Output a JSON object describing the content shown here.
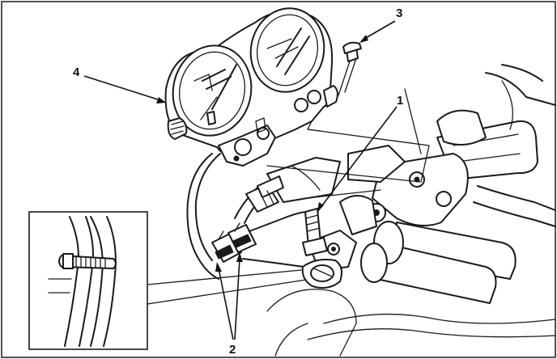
{
  "diagram": {
    "callouts": [
      {
        "id": "1",
        "label": "1"
      },
      {
        "id": "2",
        "label": "2"
      },
      {
        "id": "3",
        "label": "3"
      },
      {
        "id": "4",
        "label": "4"
      }
    ]
  },
  "icons": {
    "cable_tie_detail": "cable-tie-inset-icon"
  }
}
